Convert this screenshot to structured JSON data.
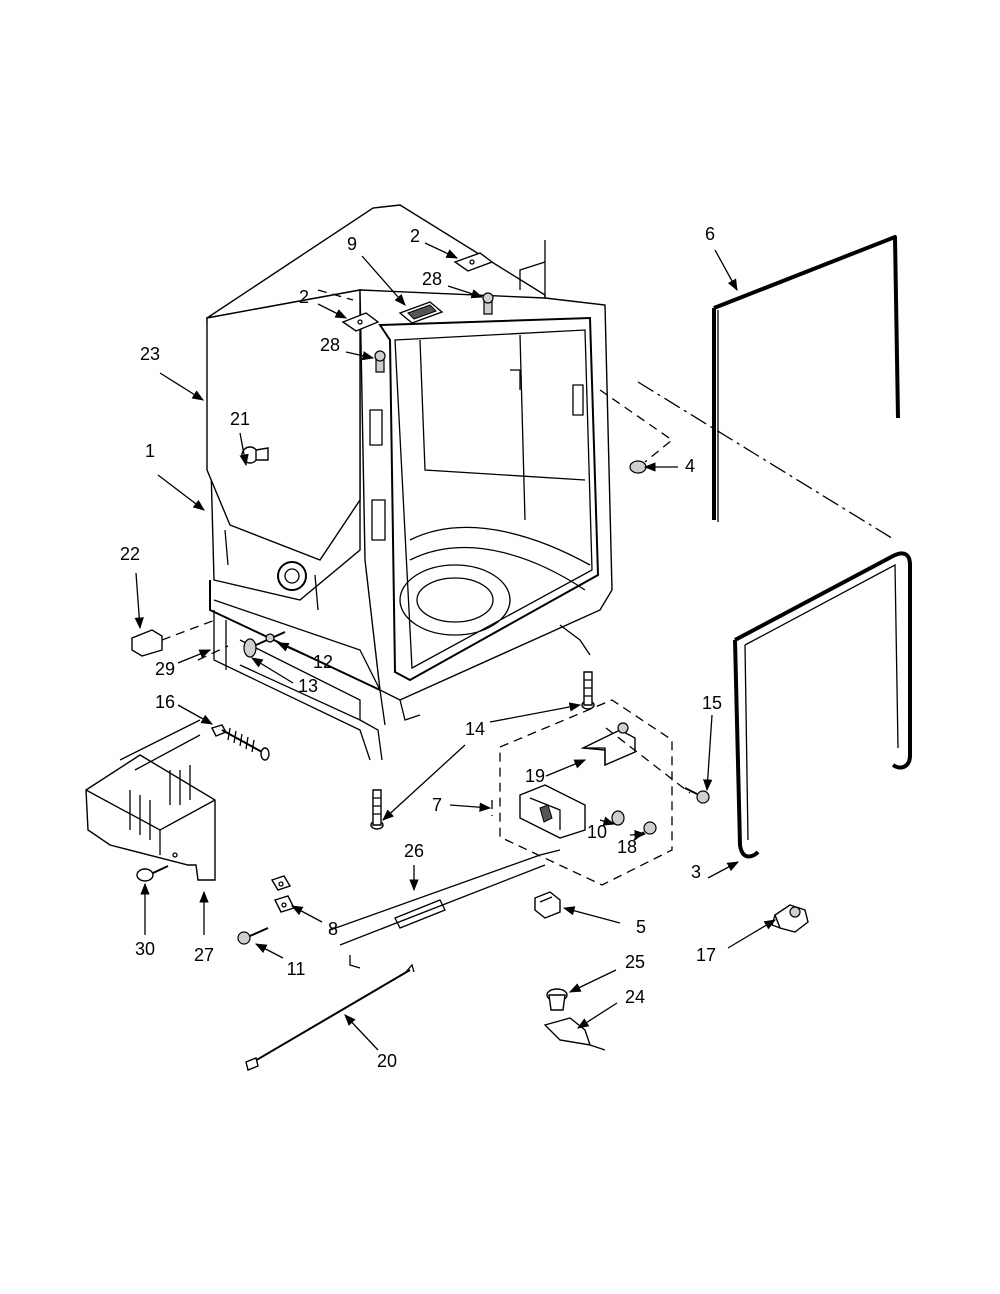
{
  "callouts": [
    {
      "id": "2a",
      "text": "2"
    },
    {
      "id": "2b",
      "text": "2"
    },
    {
      "id": "28a",
      "text": "28"
    },
    {
      "id": "28b",
      "text": "28"
    },
    {
      "id": "9",
      "text": "9"
    },
    {
      "id": "23",
      "text": "23"
    },
    {
      "id": "21",
      "text": "21"
    },
    {
      "id": "1",
      "text": "1"
    },
    {
      "id": "6",
      "text": "6"
    },
    {
      "id": "4",
      "text": "4"
    },
    {
      "id": "22",
      "text": "22"
    },
    {
      "id": "29",
      "text": "29"
    },
    {
      "id": "12",
      "text": "12"
    },
    {
      "id": "13",
      "text": "13"
    },
    {
      "id": "16",
      "text": "16"
    },
    {
      "id": "14",
      "text": "14"
    },
    {
      "id": "15",
      "text": "15"
    },
    {
      "id": "19",
      "text": "19"
    },
    {
      "id": "7",
      "text": "7"
    },
    {
      "id": "10",
      "text": "10"
    },
    {
      "id": "18",
      "text": "18"
    },
    {
      "id": "26",
      "text": "26"
    },
    {
      "id": "30",
      "text": "30"
    },
    {
      "id": "27",
      "text": "27"
    },
    {
      "id": "8",
      "text": "8"
    },
    {
      "id": "11",
      "text": "11"
    },
    {
      "id": "5",
      "text": "5"
    },
    {
      "id": "3",
      "text": "3"
    },
    {
      "id": "17",
      "text": "17"
    },
    {
      "id": "25",
      "text": "25"
    },
    {
      "id": "24",
      "text": "24"
    },
    {
      "id": "20",
      "text": "20"
    }
  ]
}
